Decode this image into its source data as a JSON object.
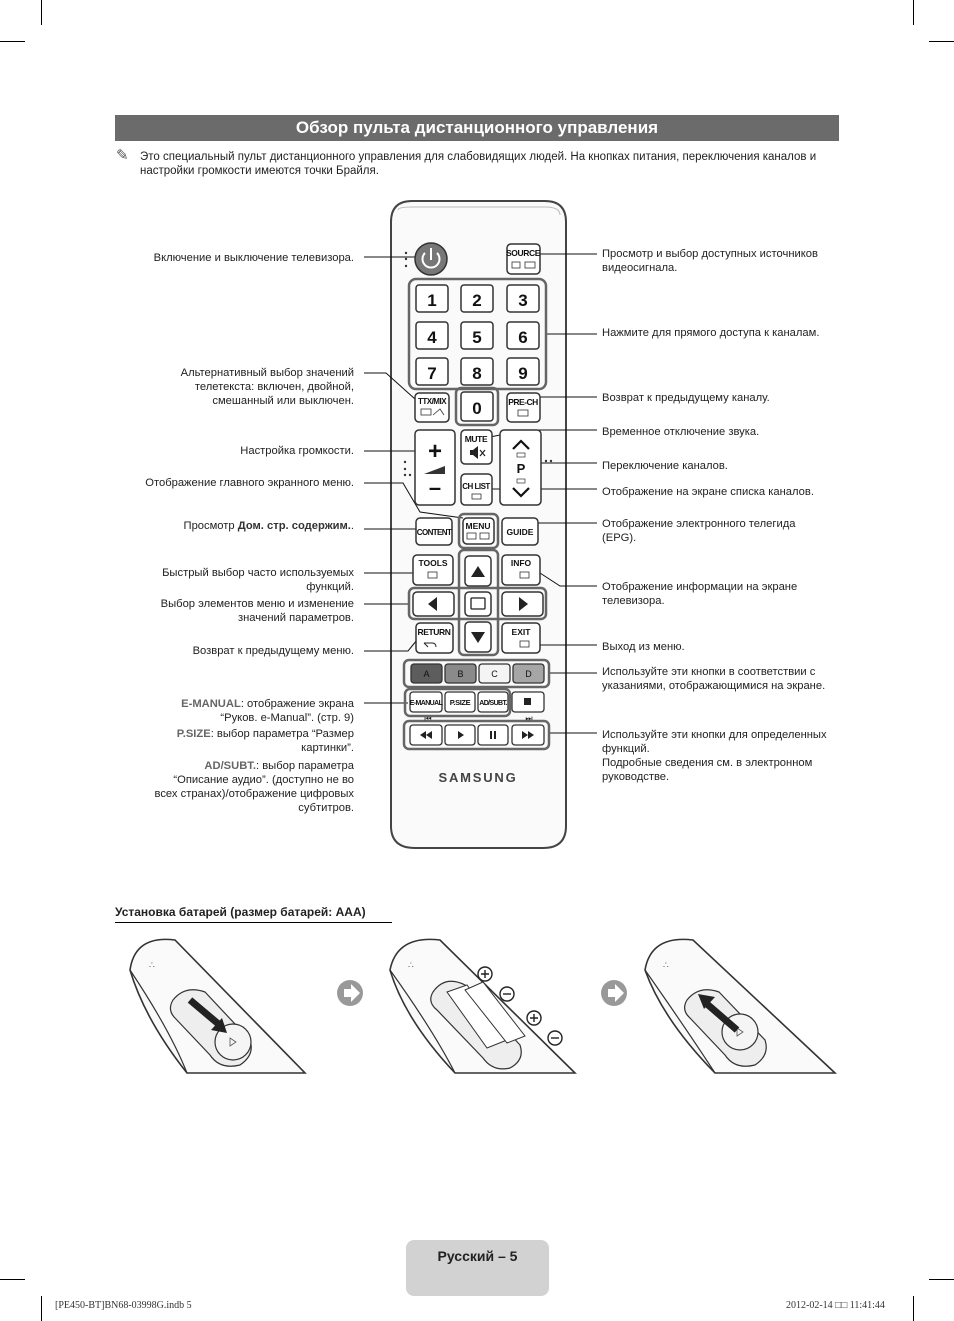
{
  "header": {
    "title": "Обзор пульта дистанционного управления"
  },
  "note": {
    "icon": "pencil-note-icon",
    "text": "Это специальный пульт дистанционного управления для слабовидящих людей. На кнопках питания, переключения каналов и настройки громкости имеются точки Брайля."
  },
  "left_labels": {
    "power": [
      "Включение и выключение телевизора."
    ],
    "teletext": [
      "Альтернативный выбор значений",
      "телетекста: включен, двойной,",
      "смешанный или выключен."
    ],
    "volume": [
      "Настройка громкости."
    ],
    "menu": [
      "Отображение главного экранного меню."
    ],
    "content_prefix": "Просмотр ",
    "content_bold": "Дом. стр. содержим.",
    "content_suffix": ".",
    "tools": [
      "Быстрый выбор часто используемых",
      "функций."
    ],
    "nav": [
      "Выбор элементов меню и изменение",
      "значений параметров."
    ],
    "return": [
      "Возврат к предыдущему меню."
    ],
    "emanual_key": "E-MANUAL",
    "emanual_text1": ": отображение экрана",
    "emanual_text2": "“Руков. e-Manual”. (стр. 9)",
    "psize_key": "P.SIZE",
    "psize_text1": ": выбор параметра “Размер",
    "psize_text2": "картинки”.",
    "adsubt_key": "AD/SUBT.",
    "adsubt_text1": ": выбор параметра",
    "adsubt_text2": "“Описание аудио”. (доступно не во",
    "adsubt_text3": "всех странах)/отображение цифровых",
    "adsubt_text4": "субтитров."
  },
  "right_labels": {
    "source": [
      "Просмотр и выбор доступных источников",
      "видеосигнала."
    ],
    "digits": [
      "Нажмите для прямого доступа к каналам."
    ],
    "prech": [
      "Возврат к предыдущему каналу."
    ],
    "mute": [
      "Временное отключение звука."
    ],
    "channel": [
      "Переключение каналов."
    ],
    "chlist": [
      "Отображение на экране списка каналов."
    ],
    "guide": [
      "Отображение электронного телегида",
      "(EPG)."
    ],
    "info": [
      "Отображение информации на экране",
      "телевизора."
    ],
    "exit": [
      "Выход из меню."
    ],
    "color": [
      "Используйте эти кнопки в соответствии с",
      "указаниями, отображающимися на экране."
    ],
    "media": [
      "Используйте эти кнопки для определенных",
      "функций.",
      "Подробные сведения см. в электронном",
      "руководстве."
    ]
  },
  "remote": {
    "source": "SOURCE",
    "digits": [
      "1",
      "2",
      "3",
      "4",
      "5",
      "6",
      "7",
      "8",
      "9"
    ],
    "zero": "0",
    "ttx": "TTX/MIX",
    "prech": "PRE-CH",
    "mute": "MUTE",
    "chlist": "CH LIST",
    "vol_plus": "+",
    "vol_minus": "–",
    "p": "P",
    "content": "CONTENT",
    "menu": "MENU",
    "guide": "GUIDE",
    "tools": "TOOLS",
    "info": "INFO",
    "return": "RETURN",
    "exit": "EXIT",
    "colors": [
      {
        "label": "A",
        "color": "#5d5d5d"
      },
      {
        "label": "B",
        "color": "#8a8a8a"
      },
      {
        "label": "C",
        "color": "#f4f4f4"
      },
      {
        "label": "D",
        "color": "#a6a6a6"
      }
    ],
    "emanual": "E-MANUAL",
    "psize": "P.SIZE",
    "adsubt": "AD/SUBT.",
    "brand": "SAMSUNG",
    "accent": "#6b6b6b"
  },
  "battery": {
    "title": "Установка батарей (размер батарей: AAA)",
    "arrow_icon": "next-arrow-icon"
  },
  "footer": {
    "page": "Русский – 5",
    "file": "[PE450-BT]BN68-03998G.indb   5",
    "date": "2012-02-14   □□ 11:41:44"
  }
}
